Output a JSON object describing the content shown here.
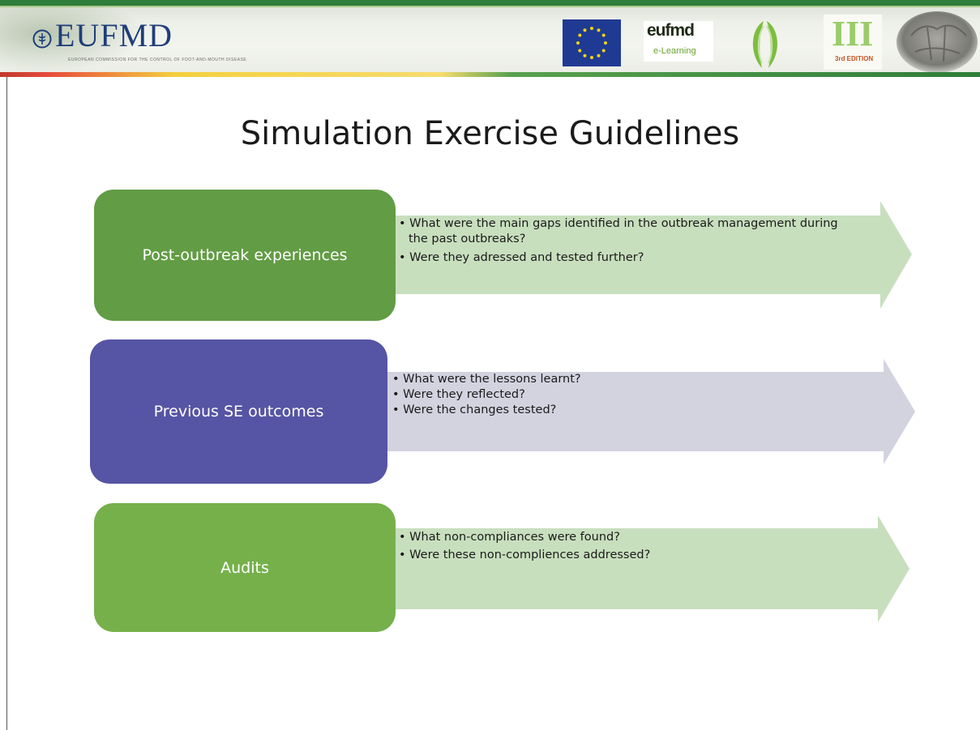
{
  "header": {
    "logo_text": "EUFMD",
    "logo_subtitle": "EUROPEAN COMMISSION FOR THE CONTROL OF FOOT-AND-MOUTH DISEASE",
    "elearning_word": "eufmd",
    "elearning_sub": "e-Learning",
    "third_logo_mark": "III",
    "third_logo_sub": "3rd EDITION"
  },
  "title": "Simulation Exercise Guidelines",
  "rows": [
    {
      "label": "Post-outbreak experiences",
      "color": "#629c44",
      "arrow_color": "#c8dfbe",
      "bullets": [
        "What were the main gaps identified in the outbreak management during the past outbreaks?",
        "Were they adressed and tested further?"
      ]
    },
    {
      "label": "Previous SE outcomes",
      "color": "#5654a4",
      "arrow_color": "#d3d3e0",
      "bullets": [
        "What were the lessons learnt?",
        "Were they reflected?",
        "Were the changes tested?"
      ]
    },
    {
      "label": "Audits",
      "color": "#76b04b",
      "arrow_color": "#c8dfbe",
      "bullets": [
        "What non-compliances were found?",
        "Were these non-compliences addressed?"
      ]
    }
  ]
}
